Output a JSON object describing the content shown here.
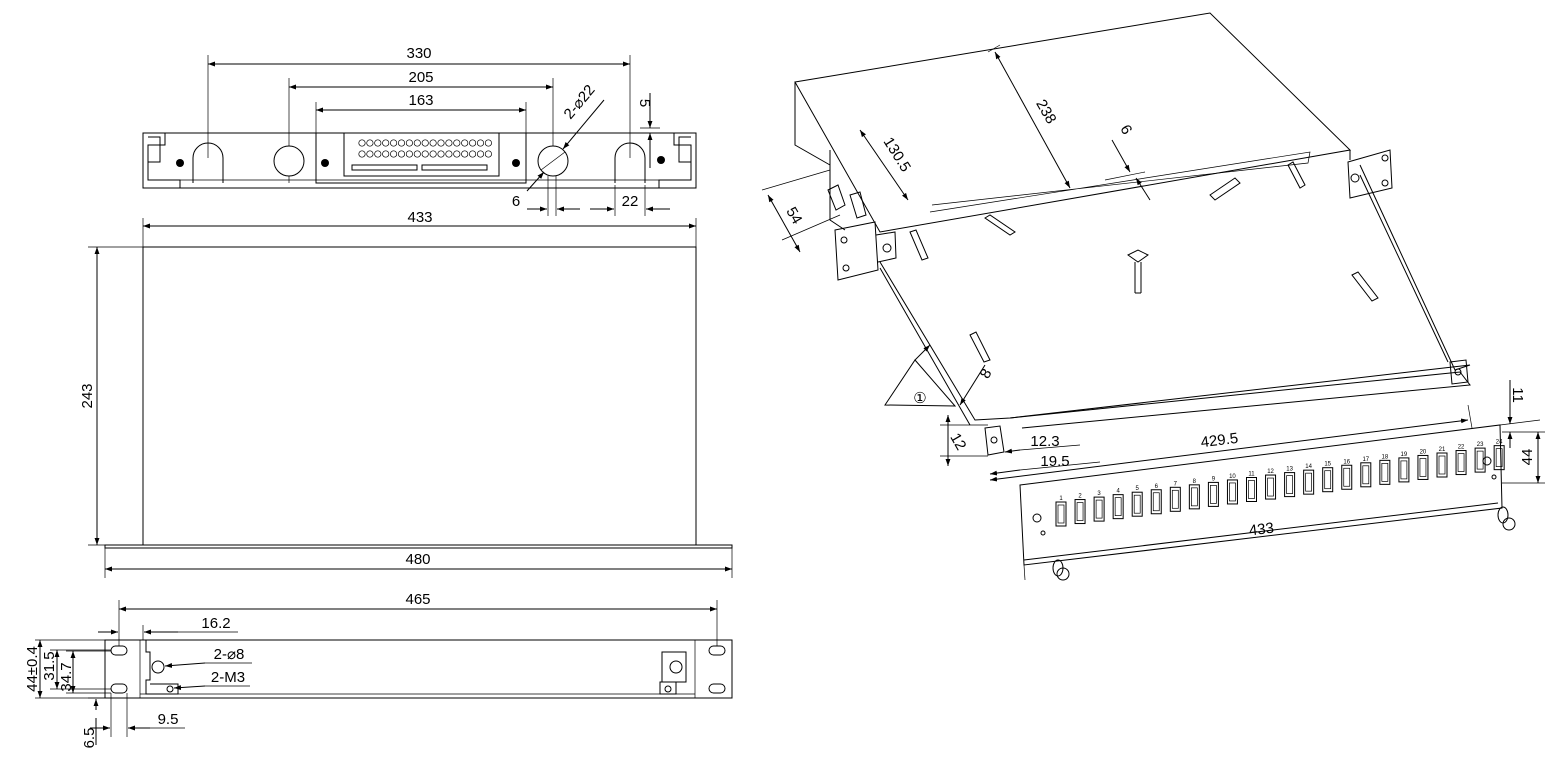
{
  "top_view": {
    "dims": {
      "d330": "330",
      "d205": "205",
      "d163": "163",
      "d5": "5",
      "hole": "2-⌀22",
      "d6": "6",
      "d22": "22"
    }
  },
  "plan_view": {
    "dims": {
      "d433": "433",
      "d243": "243",
      "d480": "480"
    }
  },
  "front_view": {
    "dims": {
      "d465": "465",
      "d16_2": "16.2",
      "hole_d8": "2-⌀8",
      "screw_m3": "2-M3",
      "d44": "44±0.4",
      "d31_5": "31.5",
      "d34_7": "34.7",
      "d9_5": "9.5",
      "d6_5": "6.5"
    }
  },
  "iso_view": {
    "dims": {
      "d238": "238",
      "d130_5": "130.5",
      "d6": "6",
      "d54": "54",
      "d8": "8",
      "d12": "12",
      "d12_3": "12.3",
      "d19_5": "19.5",
      "d429_5": "429.5",
      "d433": "433",
      "d11": "11",
      "d44": "44"
    },
    "callout": "①",
    "port_numbers": [
      "1",
      "2",
      "3",
      "4",
      "5",
      "6",
      "7",
      "8",
      "9",
      "10",
      "11",
      "12",
      "13",
      "14",
      "15",
      "16",
      "17",
      "18",
      "19",
      "20",
      "21",
      "22",
      "23",
      "24"
    ]
  }
}
